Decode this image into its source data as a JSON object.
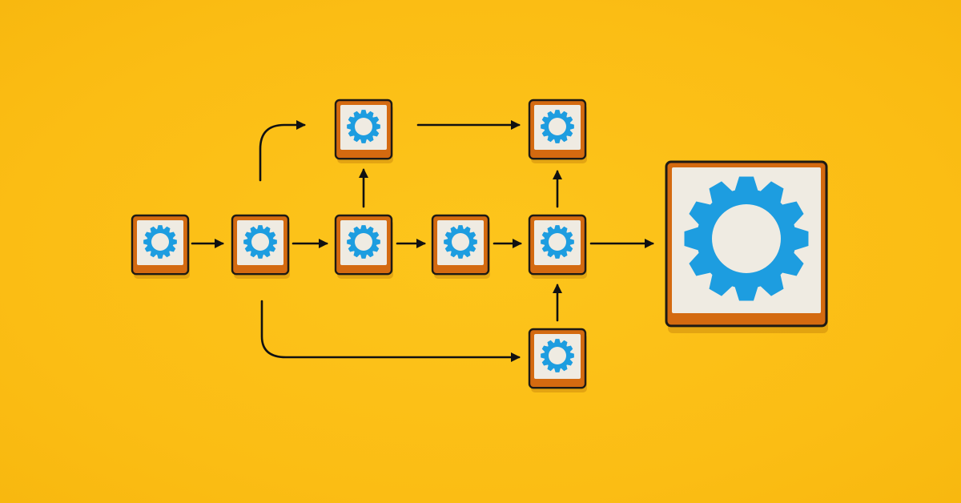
{
  "colors": {
    "background": "#fcc016",
    "tile_face": "#efebe2",
    "tile_edge": "#d46a10",
    "tile_border": "#1e1a14",
    "gear": "#1d9de0",
    "arrow": "#111111"
  },
  "diagram": {
    "nodes": [
      {
        "id": "start",
        "icon": "gear-icon",
        "size": "small"
      },
      {
        "id": "branch",
        "icon": "gear-icon",
        "size": "small"
      },
      {
        "id": "middle-a",
        "icon": "gear-icon",
        "size": "small"
      },
      {
        "id": "middle-b",
        "icon": "gear-icon",
        "size": "small"
      },
      {
        "id": "merge",
        "icon": "gear-icon",
        "size": "small"
      },
      {
        "id": "top-left",
        "icon": "gear-icon",
        "size": "small"
      },
      {
        "id": "top-right",
        "icon": "gear-icon",
        "size": "small"
      },
      {
        "id": "bottom",
        "icon": "gear-icon",
        "size": "small"
      },
      {
        "id": "result",
        "icon": "gear-icon",
        "size": "large"
      }
    ],
    "edges": [
      {
        "from": "start",
        "to": "branch"
      },
      {
        "from": "branch",
        "to": "middle-a"
      },
      {
        "from": "middle-a",
        "to": "middle-b"
      },
      {
        "from": "middle-b",
        "to": "merge"
      },
      {
        "from": "merge",
        "to": "result"
      },
      {
        "from": "branch",
        "to": "top-left"
      },
      {
        "from": "middle-a",
        "to": "top-left"
      },
      {
        "from": "top-left",
        "to": "top-right"
      },
      {
        "from": "merge",
        "to": "top-right"
      },
      {
        "from": "branch",
        "to": "bottom"
      },
      {
        "from": "bottom",
        "to": "merge"
      }
    ]
  }
}
